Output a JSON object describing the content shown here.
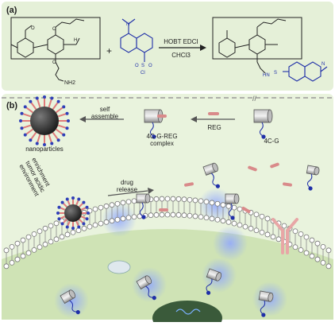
{
  "panel_a": {
    "label": "(a)",
    "plus": "+",
    "reagents_top": "HOBT EDCI",
    "reagents_bottom": "CHCl3",
    "pillar_labels": {
      "o": "O",
      "h": "H",
      "n": "N"
    },
    "amine_label": "NH2",
    "dansyl_labels": {
      "n": "N",
      "s": "S",
      "o": "O",
      "cl": "Cl",
      "hn": "HN"
    }
  },
  "panel_b": {
    "label": "(b)",
    "nanoparticles_label": "nanoparticles",
    "self_assemble_label": "self\nassemble",
    "complex_label": "4C-G-REG\ncomplex",
    "reg_label": "REG",
    "host_label": "4C-G",
    "enrichment_label": "enrichment\ntumor acidic\nenvironment",
    "drug_release_label": "drug\nrelease",
    "break_mark": "//"
  },
  "colors": {
    "panel_a_bg": "#e5f0d8",
    "panel_b_bg": "#e9f3dd",
    "cell_body": "#cfe3b5",
    "membrane_head": "#ffffff",
    "membrane_tail": "#8a8a8a",
    "nanoparticle": "#2b2b2b",
    "spike": "#e07a7a",
    "spike_tip": "#2f3fb8",
    "reg_drug": "#d98a8a",
    "dansyl": "#1f2fa8",
    "glow": "#8fa6ff",
    "receptor": "#8a5fa0",
    "antibody": "#e8a6a6",
    "nucleus": "#3a5a3a"
  }
}
